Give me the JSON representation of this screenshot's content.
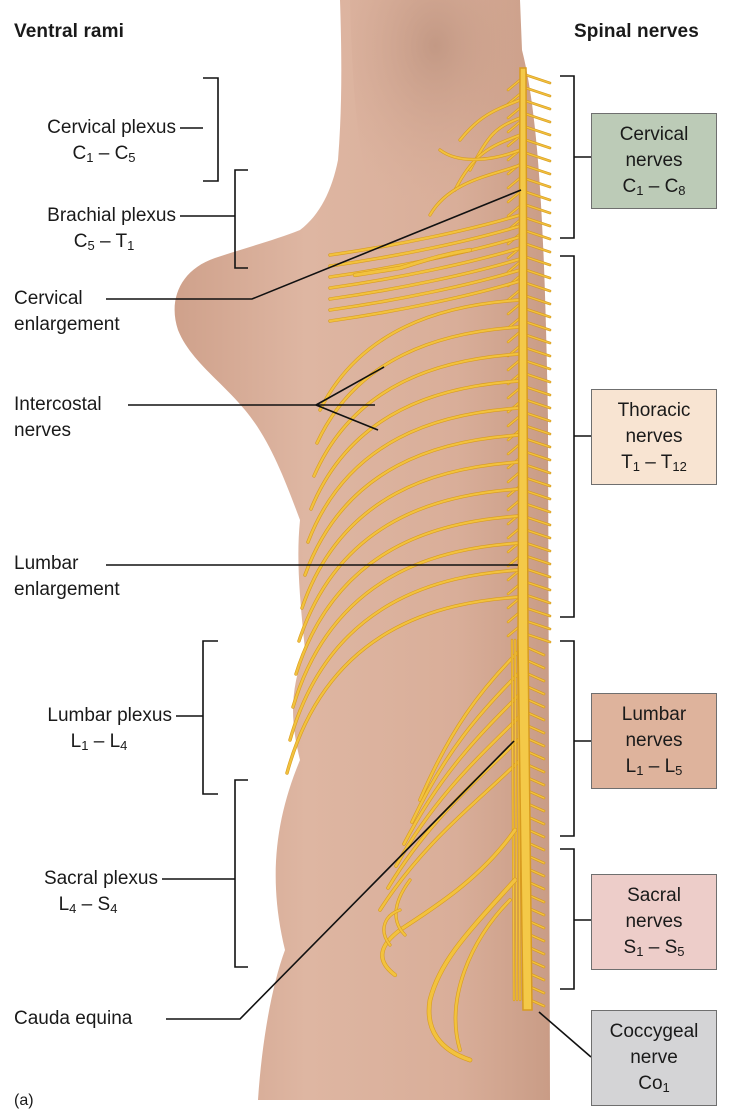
{
  "headers": {
    "left": "Ventral rami",
    "right": "Spinal nerves"
  },
  "left_labels": {
    "cervical_plexus": {
      "name": "Cervical plexus",
      "range_a": "C",
      "range_a_sub": "1",
      "sep": " – ",
      "range_b": "C",
      "range_b_sub": "5"
    },
    "brachial_plexus": {
      "name": "Brachial plexus",
      "range_a": "C",
      "range_a_sub": "5",
      "sep": " – ",
      "range_b": "T",
      "range_b_sub": "1"
    },
    "cervical_enlargement": {
      "line1": "Cervical",
      "line2": "enlargement"
    },
    "intercostal_nerves": {
      "line1": "Intercostal",
      "line2": "nerves"
    },
    "lumbar_enlargement": {
      "line1": "Lumbar",
      "line2": "enlargement"
    },
    "lumbar_plexus": {
      "name": "Lumbar plexus",
      "range_a": "L",
      "range_a_sub": "1",
      "sep": " – ",
      "range_b": "L",
      "range_b_sub": "4"
    },
    "sacral_plexus": {
      "name": "Sacral plexus",
      "range_a": "L",
      "range_a_sub": "4",
      "sep": " – ",
      "range_b": "S",
      "range_b_sub": "4"
    },
    "cauda_equina": {
      "line1": "Cauda equina"
    }
  },
  "right_boxes": {
    "cervical": {
      "line1": "Cervical",
      "line2": "nerves",
      "range_a": "C",
      "range_a_sub": "1",
      "sep": " – ",
      "range_b": "C",
      "range_b_sub": "8",
      "color": "#bccbb7"
    },
    "thoracic": {
      "line1": "Thoracic",
      "line2": "nerves",
      "range_a": "T",
      "range_a_sub": "1",
      "sep": " – ",
      "range_b": "T",
      "range_b_sub": "12",
      "color": "#f8e4d2"
    },
    "lumbar": {
      "line1": "Lumbar",
      "line2": "nerves",
      "range_a": "L",
      "range_a_sub": "1",
      "sep": " – ",
      "range_b": "L",
      "range_b_sub": "5",
      "color": "#deb39c"
    },
    "sacral": {
      "line1": "Sacral",
      "line2": "nerves",
      "range_a": "S",
      "range_a_sub": "1",
      "sep": " – ",
      "range_b": "S",
      "range_b_sub": "5",
      "color": "#edcdc9"
    },
    "coccygeal": {
      "line1": "Coccygeal",
      "line2": "nerve",
      "range_a": "Co",
      "range_a_sub": "1",
      "color": "#d4d4d6"
    }
  },
  "panel_label": "(a)",
  "colors": {
    "skin": "#d8ad98",
    "nerve": "#f2c23e",
    "nerve_dark": "#d89b1f",
    "leader": "#111111"
  }
}
